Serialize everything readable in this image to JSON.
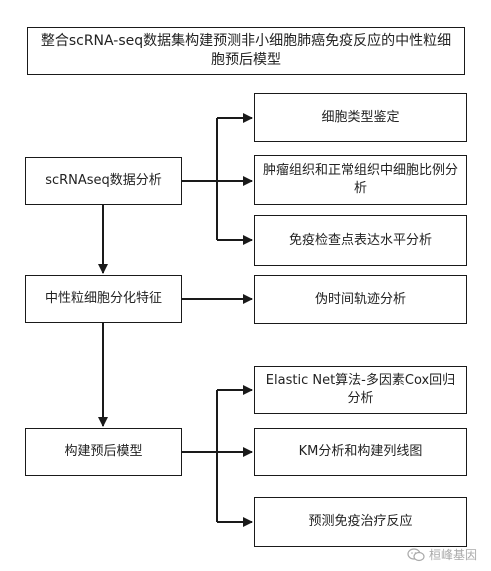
{
  "title": "整合scRNA-seq数据集构建预测非小细胞肺癌免疫反应的中性粒细胞预后模型",
  "steps": [
    {
      "label": "scRNAseq数据分析",
      "children": [
        "细胞类型鉴定",
        "肿瘤组织和正常组织中细胞比例分析",
        "免疫检查点表达水平分析"
      ]
    },
    {
      "label": "中性粒细胞分化特征",
      "children": [
        "伪时间轨迹分析"
      ]
    },
    {
      "label": "构建预后模型",
      "children": [
        "Elastic Net算法-多因素Cox回归分析",
        "KM分析和构建列线图",
        "预测免疫治疗反应"
      ]
    }
  ],
  "watermark": "桓峰基因",
  "colors": {
    "line": "#1a1a1a",
    "border": "#1a1a1a",
    "watermark": "#aaaaaa"
  },
  "icons": {
    "watermark": "wechat-icon"
  }
}
